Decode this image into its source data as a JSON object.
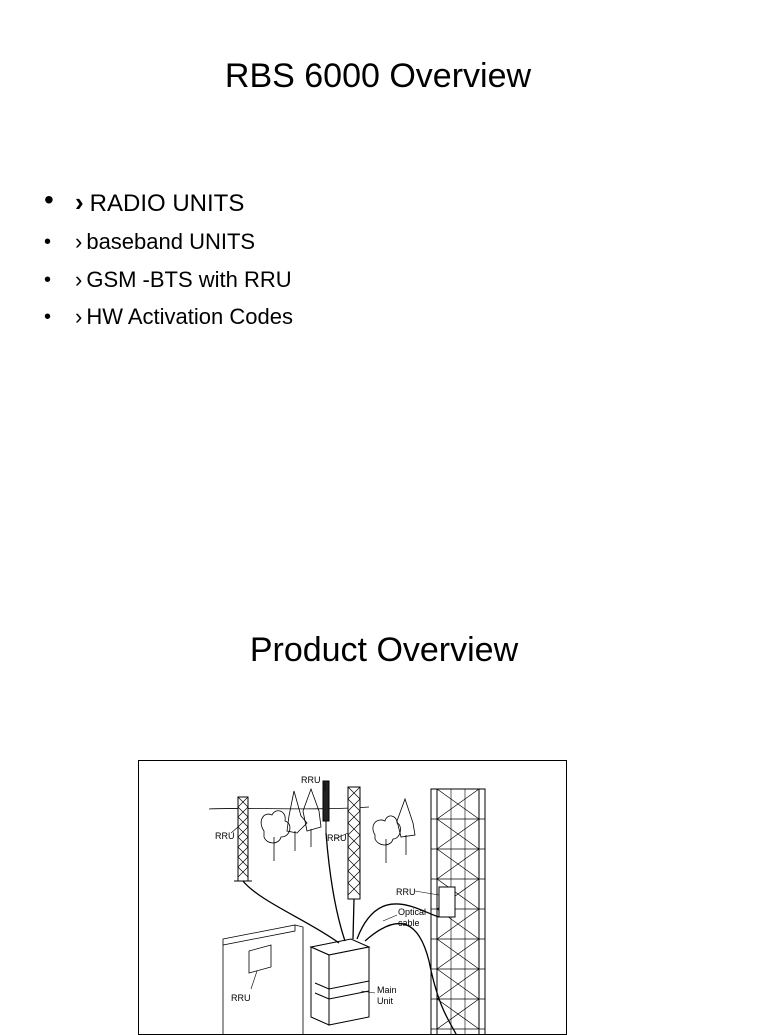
{
  "slide1": {
    "title": "RBS 6000 Overview",
    "bullets": [
      {
        "chevron": "›",
        "text": "RADIO UNITS"
      },
      {
        "chevron": "›",
        "text": "baseband UNITS"
      },
      {
        "chevron": "›",
        "text": "GSM -BTS with RRU"
      },
      {
        "chevron": "›",
        "text": "HW Activation Codes"
      }
    ]
  },
  "slide2": {
    "title": "Product Overview",
    "figure": {
      "labels": {
        "rru_top": "RRU",
        "rru_left": "RRU",
        "rru_mid": "RRU",
        "rru_tower": "RRU",
        "rru_wall": "RRU",
        "optical_1": "Optical",
        "optical_2": "cable",
        "main_1": "Main",
        "main_2": "Unit"
      }
    }
  }
}
